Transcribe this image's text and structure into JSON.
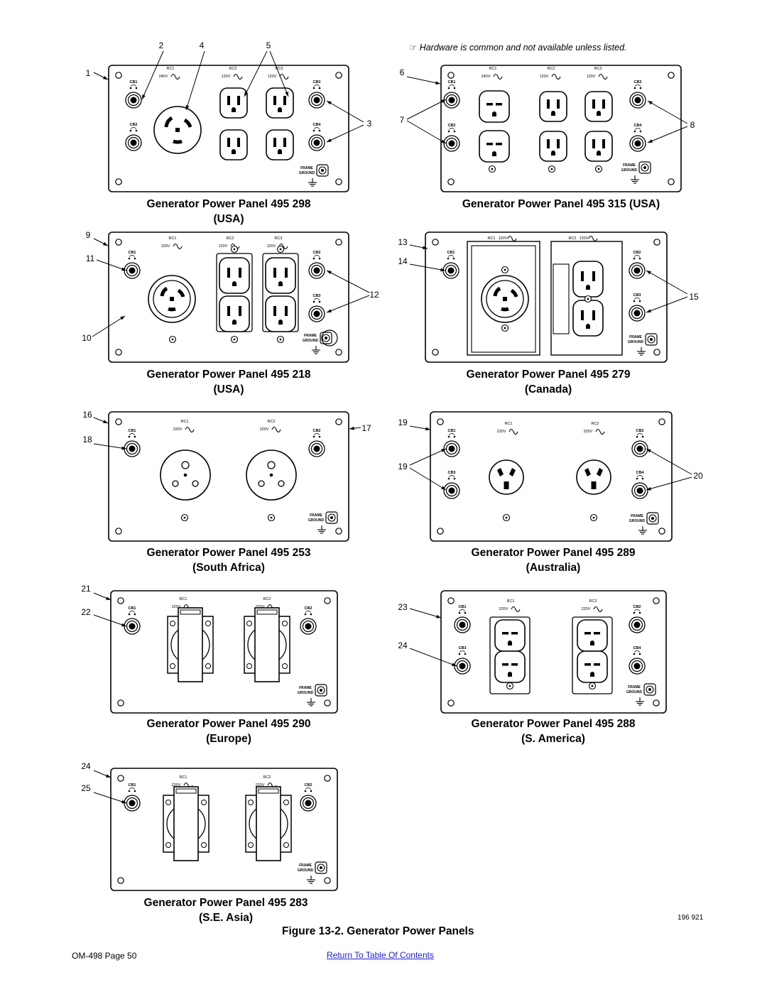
{
  "note": "Hardware is common and not available unless listed.",
  "figure_caption": "Figure 13-2. Generator Power Panels",
  "doc_number": "196 921",
  "footer": {
    "page": "OM-498 Page 50",
    "toc_link": "Return To Table Of Contents"
  },
  "panels": [
    {
      "id": "p298",
      "caption": [
        "Generator Power Panel 495 298",
        "(USA)"
      ]
    },
    {
      "id": "p315",
      "caption": [
        "Generator Power Panel 495 315 (USA)"
      ]
    },
    {
      "id": "p218",
      "caption": [
        "Generator Power Panel 495 218",
        "(USA)"
      ]
    },
    {
      "id": "p279",
      "caption": [
        "Generator Power Panel 495 279",
        "(Canada)"
      ]
    },
    {
      "id": "p253",
      "caption": [
        "Generator Power Panel 495 253",
        "(South Africa)"
      ]
    },
    {
      "id": "p289",
      "caption": [
        "Generator Power Panel 495 289",
        "(Australia)"
      ]
    },
    {
      "id": "p290",
      "caption": [
        "Generator Power Panel 495 290",
        "(Europe)"
      ]
    },
    {
      "id": "p288",
      "caption": [
        "Generator Power Panel 495 288",
        "(S. America)"
      ]
    },
    {
      "id": "p283",
      "caption": [
        "Generator Power Panel 495 283",
        "(S.E. Asia)"
      ]
    }
  ],
  "callouts": [
    "1",
    "2",
    "3",
    "4",
    "5",
    "6",
    "7",
    "8",
    "9",
    "10",
    "11",
    "12",
    "13",
    "14",
    "15",
    "16",
    "17",
    "18",
    "19",
    "19",
    "20",
    "21",
    "22",
    "23",
    "24",
    "25"
  ],
  "panel_labels": {
    "cb1": "CB1",
    "cb2": "CB2",
    "cb3": "CB3",
    "cb4": "CB4",
    "rc1": "RC1",
    "rc2": "RC2",
    "rc3": "RC3",
    "v240": "240V",
    "v120": "120V",
    "v220": "220V",
    "frame": "FRAME",
    "ground": "GROUND"
  }
}
